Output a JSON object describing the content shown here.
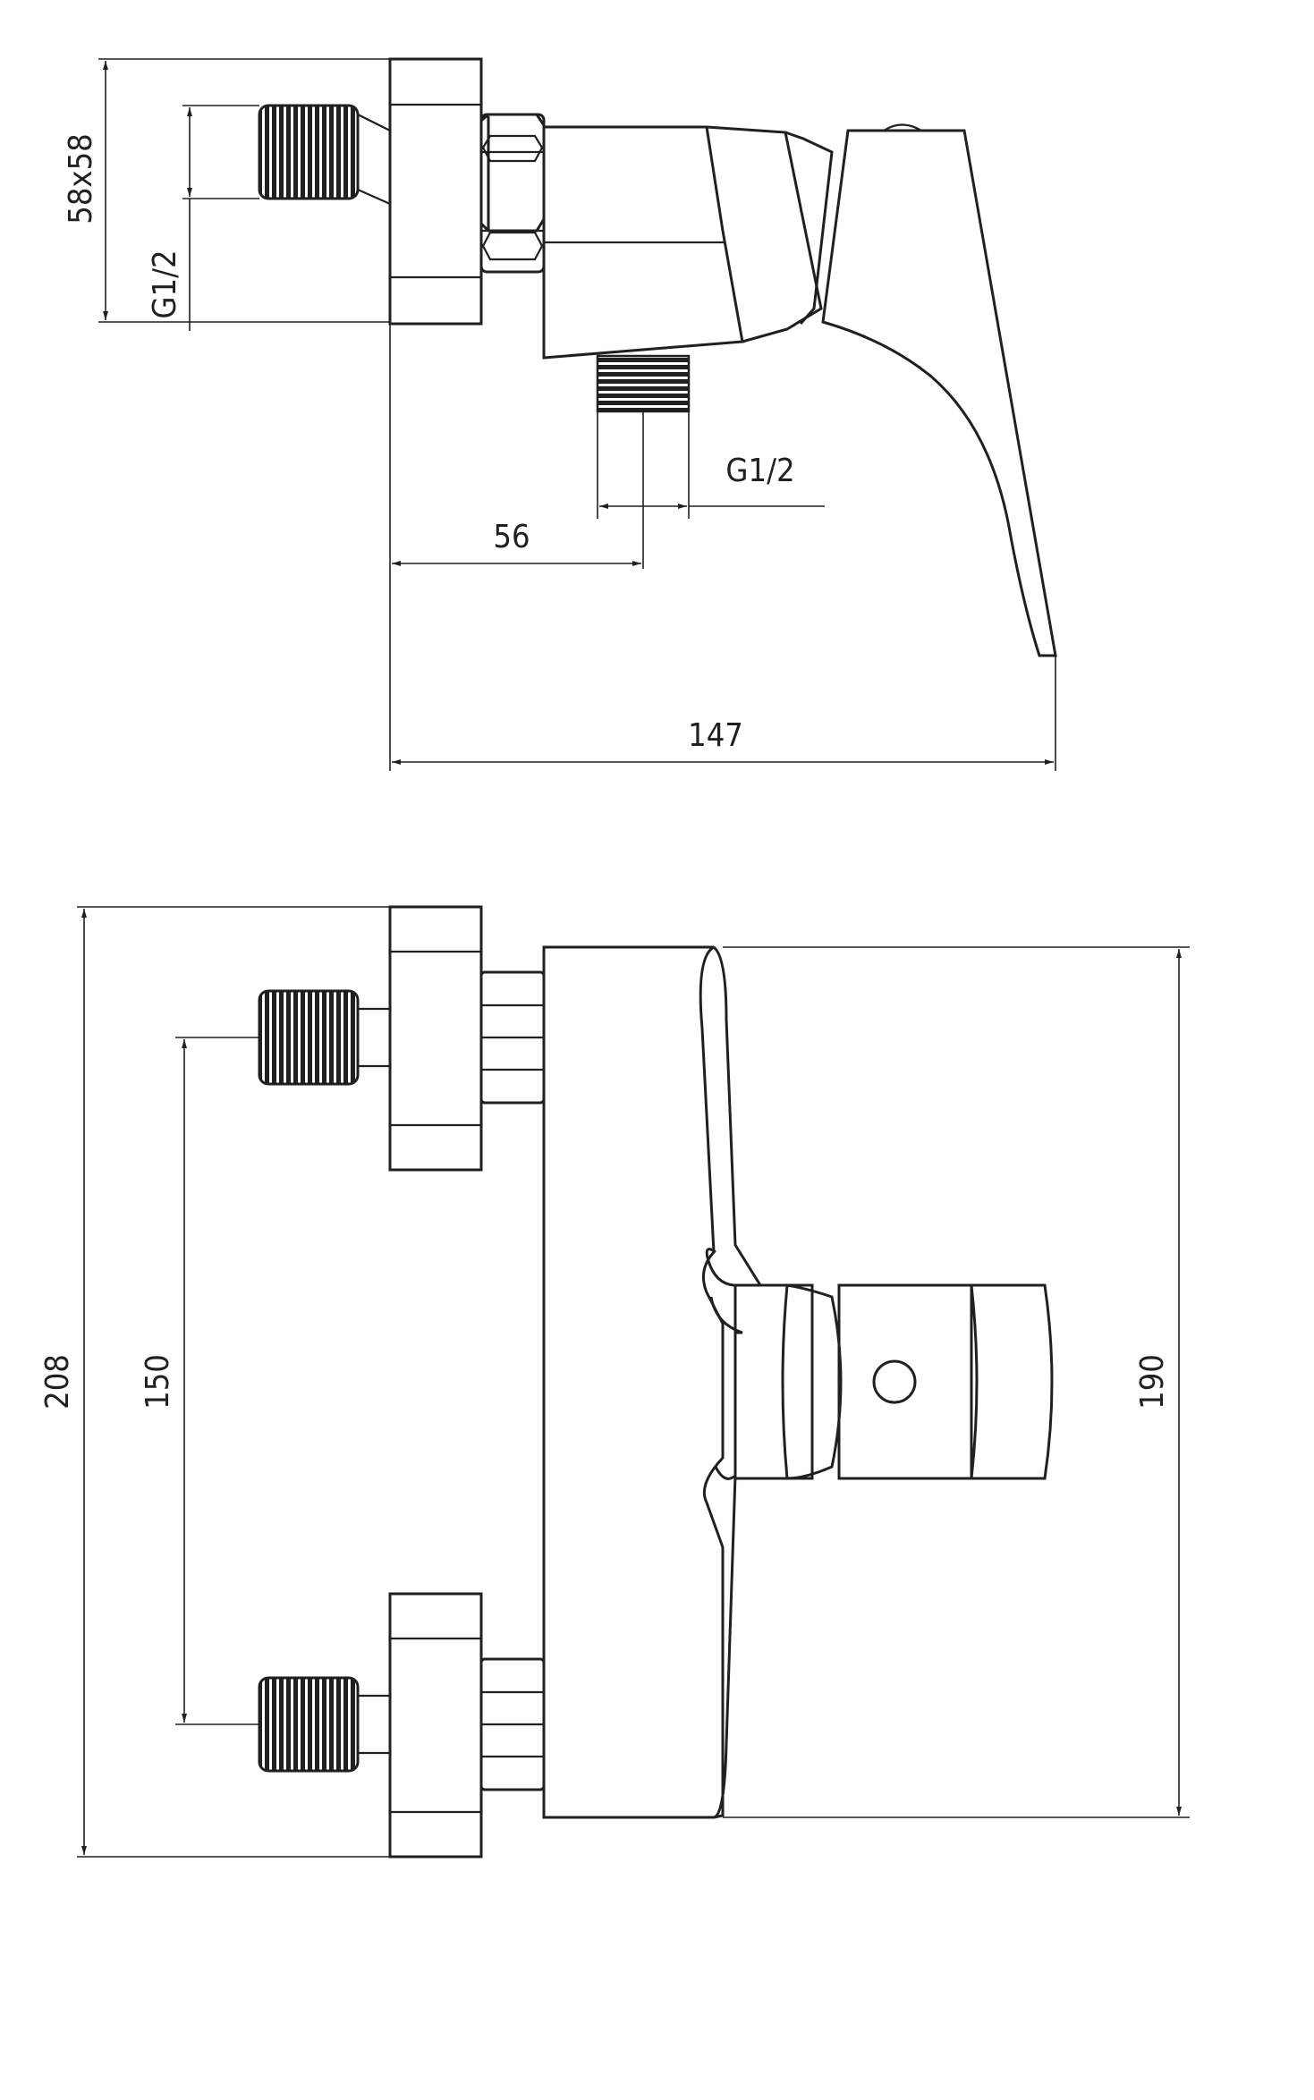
{
  "side_view": {
    "dim_square": "58x58",
    "dim_thread_inlet": "G1/2",
    "dim_thread_outlet": "G1/2",
    "dim_outlet_offset": "56",
    "dim_depth": "147"
  },
  "front_view": {
    "dim_total_height": "208",
    "dim_inlet_spacing": "150",
    "dim_body_height": "190"
  }
}
